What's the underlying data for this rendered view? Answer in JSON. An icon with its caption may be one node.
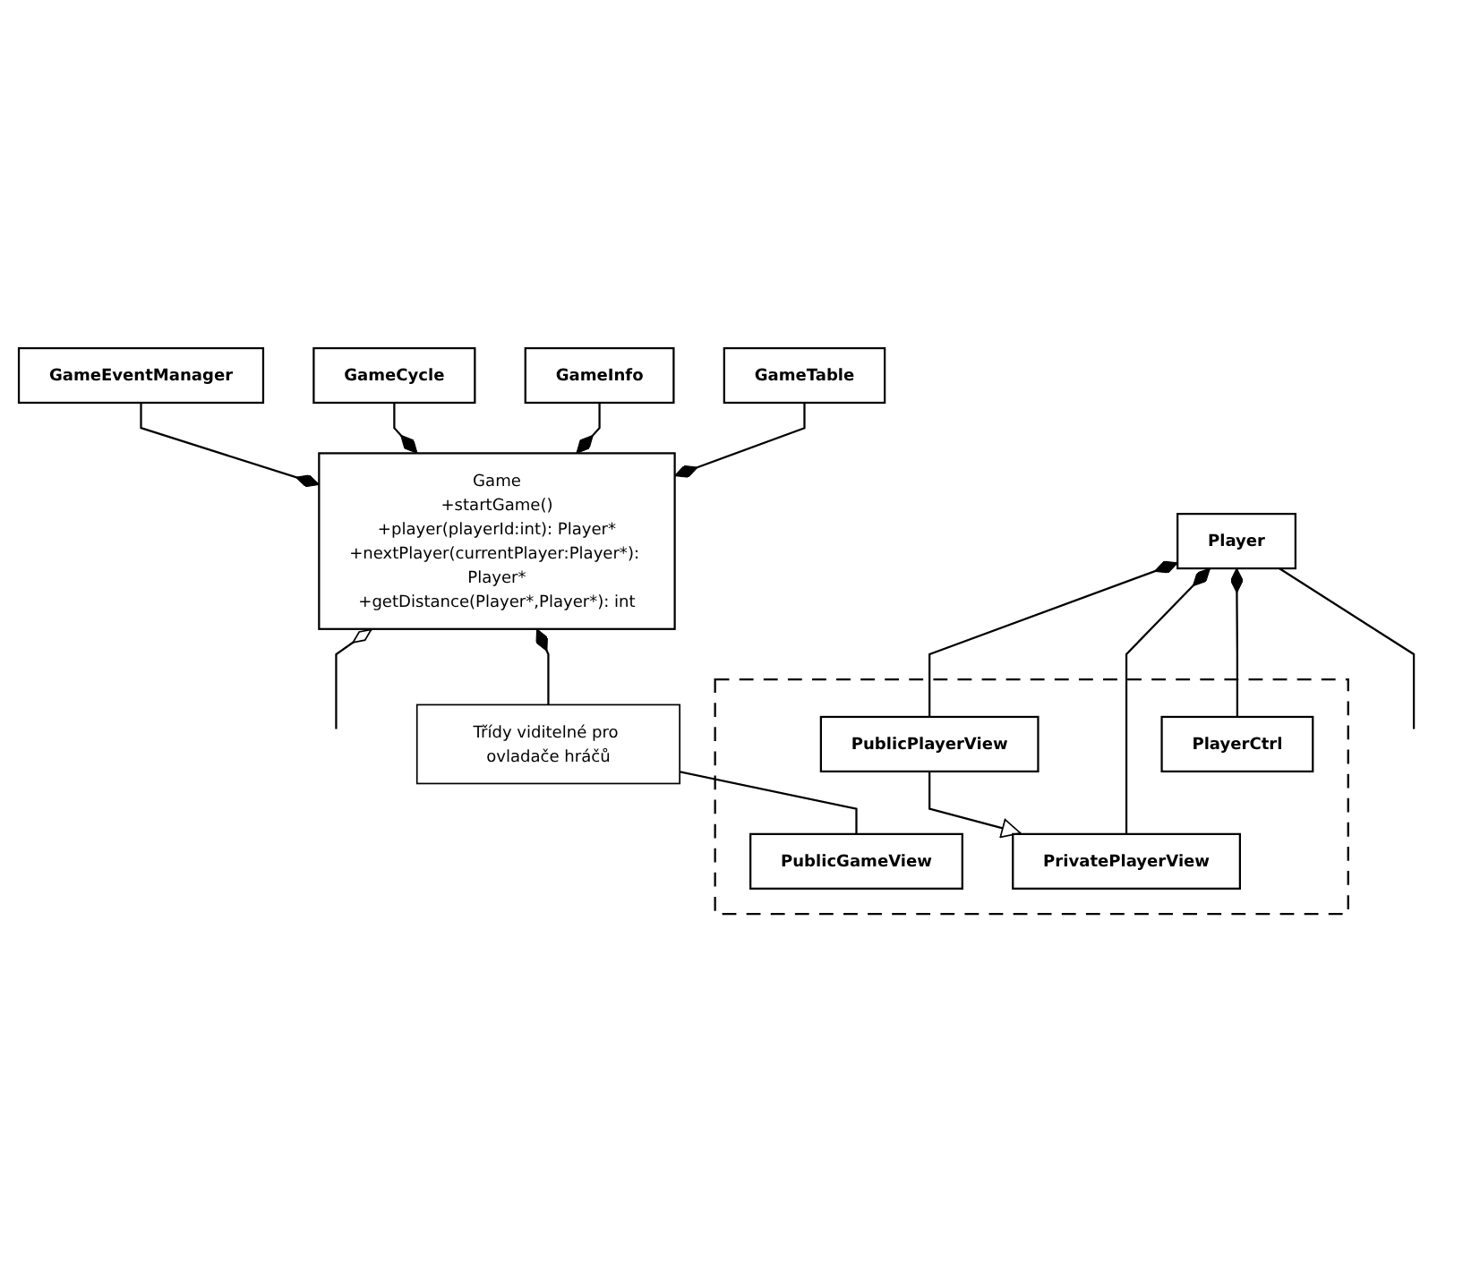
{
  "diagram": {
    "nodes": [
      {
        "text": [
          "GameEventManager"
        ]
      },
      {
        "text": [
          "GameCycle"
        ]
      },
      {
        "text": [
          "GameInfo"
        ]
      },
      {
        "text": [
          "GameTable"
        ]
      },
      {
        "text": [
          "Game",
          "+startGame()",
          "+player(playerId:int): Player*",
          "+nextPlayer(currentPlayer:Player*): Player*",
          "+getDistance(Player*,Player*): int"
        ]
      },
      {
        "text": [
          "Player"
        ]
      },
      {
        "text": [],
        "shape": "box"
      },
      {
        "text": [
          "Třídy viditelné pro ovladače hráčů"
        ]
      },
      {
        "text": [
          "PublicGameView"
        ],
        "in": 6
      },
      {
        "text": [
          "PublicPlayerView"
        ],
        "in": 6
      },
      {
        "text": [
          "PrivatePlayerView"
        ],
        "in": 6
      },
      {
        "text": [
          "PlayerCtrl"
        ],
        "in": 6
      }
    ],
    "edges": [
      {
        "from": 0,
        "to": 4,
        "arrow": "other"
      },
      {
        "from": 1,
        "to": 4,
        "arrow": "other"
      },
      {
        "from": 2,
        "to": 4,
        "arrow": "other"
      },
      {
        "from": 3,
        "to": 4,
        "arrow": "other"
      },
      {
        "from": 4,
        "to": null,
        "arrow": "other"
      },
      {
        "from": 4,
        "to": 7,
        "arrow": "other"
      },
      {
        "from": 7,
        "to": 8,
        "arrow": "none"
      },
      {
        "from": 5,
        "to": 9,
        "arrow": "other"
      },
      {
        "from": 5,
        "to": 10,
        "arrow": "other"
      },
      {
        "from": 5,
        "to": 11,
        "arrow": "other"
      },
      {
        "from": 9,
        "to": 10,
        "arrow": "to"
      },
      {
        "from": 5,
        "to": null,
        "arrow": "none"
      }
    ]
  }
}
